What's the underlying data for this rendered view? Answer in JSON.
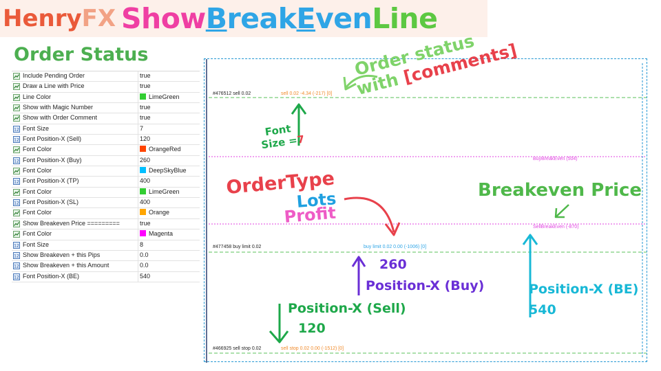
{
  "banner": {
    "part_henry": "Henry",
    "part_fx": "FX",
    "part_show": "Show",
    "part_b": "B",
    "part_reak": "reak",
    "part_e": "E",
    "part_ven": "ven",
    "part_line": "Line"
  },
  "section_title": "Order Status",
  "params": [
    {
      "name": "Include Pending Order",
      "value": "true",
      "icon": "bool-param-icon"
    },
    {
      "name": "Draw a Line with Price",
      "value": "true",
      "icon": "bool-param-icon"
    },
    {
      "name": "Line Color",
      "value": "LimeGreen",
      "color": "#32cd32",
      "icon": "color-param-icon"
    },
    {
      "name": "Show with Magic Number",
      "value": "true",
      "icon": "bool-param-icon"
    },
    {
      "name": "Show with Order Comment",
      "value": "true",
      "icon": "bool-param-icon"
    },
    {
      "name": "Font Size",
      "value": "7",
      "icon": "number-param-icon"
    },
    {
      "name": "Font Position-X (Sell)",
      "value": "120",
      "icon": "number-param-icon"
    },
    {
      "name": "Font Color",
      "value": "OrangeRed",
      "color": "#ff4500",
      "icon": "color-param-icon"
    },
    {
      "name": "Font Position-X (Buy)",
      "value": "260",
      "icon": "number-param-icon"
    },
    {
      "name": "Font Color",
      "value": "DeepSkyBlue",
      "color": "#00bfff",
      "icon": "color-param-icon"
    },
    {
      "name": "Font Position-X (TP)",
      "value": "400",
      "icon": "number-param-icon"
    },
    {
      "name": "Font Color",
      "value": "LimeGreen",
      "color": "#32cd32",
      "icon": "color-param-icon"
    },
    {
      "name": "Font Position-X (SL)",
      "value": "400",
      "icon": "number-param-icon"
    },
    {
      "name": "Font Color",
      "value": "Orange",
      "color": "#ffa500",
      "icon": "color-param-icon"
    },
    {
      "name": "Show Breakeven Price =========",
      "value": "true",
      "icon": "bool-param-icon"
    },
    {
      "name": "Font Color",
      "value": "Magenta",
      "color": "#ff00ff",
      "icon": "color-param-icon"
    },
    {
      "name": "Font Size",
      "value": "8",
      "icon": "number-param-icon"
    },
    {
      "name": "Show Breakeven + this Pips",
      "value": "0.0",
      "icon": "number-param-icon"
    },
    {
      "name": "Show Breakeven + this Amount",
      "value": "0.0",
      "icon": "number-param-icon"
    },
    {
      "name": "Font Position-X (BE)",
      "value": "540",
      "icon": "number-param-icon"
    }
  ],
  "chart": {
    "order1_left": "#476512 sell 0.02",
    "order1_status": "sell 0.02 -4.34 (-217) [0]",
    "buy_be": "BuyBreakEven (504)",
    "sell_be": "SellBreakEven (-870)",
    "order2_left": "#477458 buy limit 0.02",
    "order2_status": "buy limit 0.02 0.00 (-1006) [0]",
    "order3_left": "#466925 sell stop 0.02",
    "order3_status": "sell stop 0.02 0.00 (-1512) [0]"
  },
  "annotations": {
    "order_status_1": "Order status",
    "with": "with",
    "comments": "[comments]",
    "font": "Font",
    "size_eq": "Size =",
    "size_val": "7",
    "breakeven_price": "Breakeven Price",
    "ordertype": "OrderType",
    "lots": "Lots",
    "profit": "Profit",
    "buy_pos_val": "260",
    "buy_pos_label": "Position-X (Buy)",
    "sell_pos_label": "Position-X (Sell)",
    "sell_pos_val": "120",
    "be_pos_label": "Position-X (BE)",
    "be_pos_val": "540"
  },
  "colors": {
    "henry": "#ea5a3a",
    "fx": "#f2a285",
    "show": "#ef3fa3",
    "breakeven": "#2fa5e6",
    "line": "#5cc842",
    "title_green": "#4caf50",
    "green_ann": "#4fb84a",
    "red_ann": "#e8414b",
    "blue_ann": "#1fa0e0",
    "pink_ann": "#ee5cc6",
    "purple_ann": "#6a2fd6",
    "cyan_ann": "#18b8d6",
    "dash_green": "#58c258",
    "dash_magenta": "#e040e0",
    "order_orange": "#f08a2a"
  }
}
